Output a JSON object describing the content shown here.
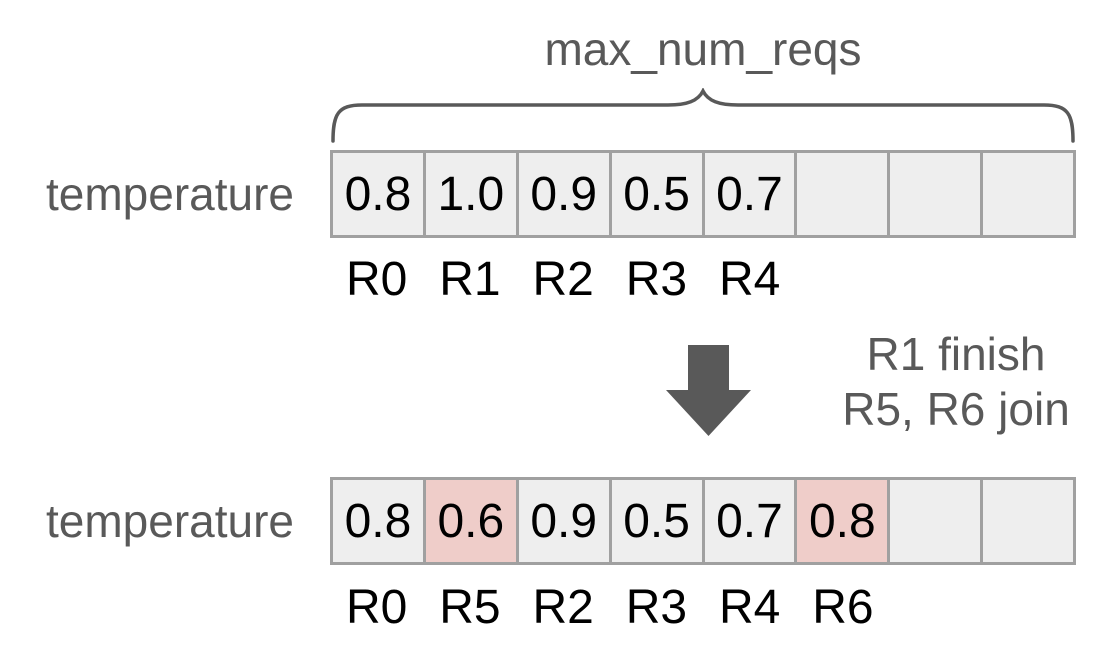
{
  "title_label": "max_num_reqs",
  "before": {
    "label": "temperature",
    "cells": [
      {
        "value": "0.8",
        "highlight": false
      },
      {
        "value": "1.0",
        "highlight": false
      },
      {
        "value": "0.9",
        "highlight": false
      },
      {
        "value": "0.5",
        "highlight": false
      },
      {
        "value": "0.7",
        "highlight": false
      },
      {
        "value": "",
        "highlight": false
      },
      {
        "value": "",
        "highlight": false
      },
      {
        "value": "",
        "highlight": false
      }
    ],
    "request_labels": [
      "R0",
      "R1",
      "R2",
      "R3",
      "R4",
      "",
      "",
      ""
    ]
  },
  "transition": {
    "line1": "R1 finish",
    "line2": "R5, R6 join"
  },
  "after": {
    "label": "temperature",
    "cells": [
      {
        "value": "0.8",
        "highlight": false
      },
      {
        "value": "0.6",
        "highlight": true
      },
      {
        "value": "0.9",
        "highlight": false
      },
      {
        "value": "0.5",
        "highlight": false
      },
      {
        "value": "0.7",
        "highlight": false
      },
      {
        "value": "0.8",
        "highlight": true
      },
      {
        "value": "",
        "highlight": false
      },
      {
        "value": "",
        "highlight": false
      }
    ],
    "request_labels": [
      "R0",
      "R5",
      "R2",
      "R3",
      "R4",
      "R6",
      "",
      ""
    ]
  },
  "colors": {
    "cell_background": "#eeeeee",
    "cell_highlight_background": "#efcdc9",
    "cell_border": "#a0a0a0",
    "gray_text": "#595959",
    "value_text": "#000000",
    "arrow": "#595959"
  }
}
